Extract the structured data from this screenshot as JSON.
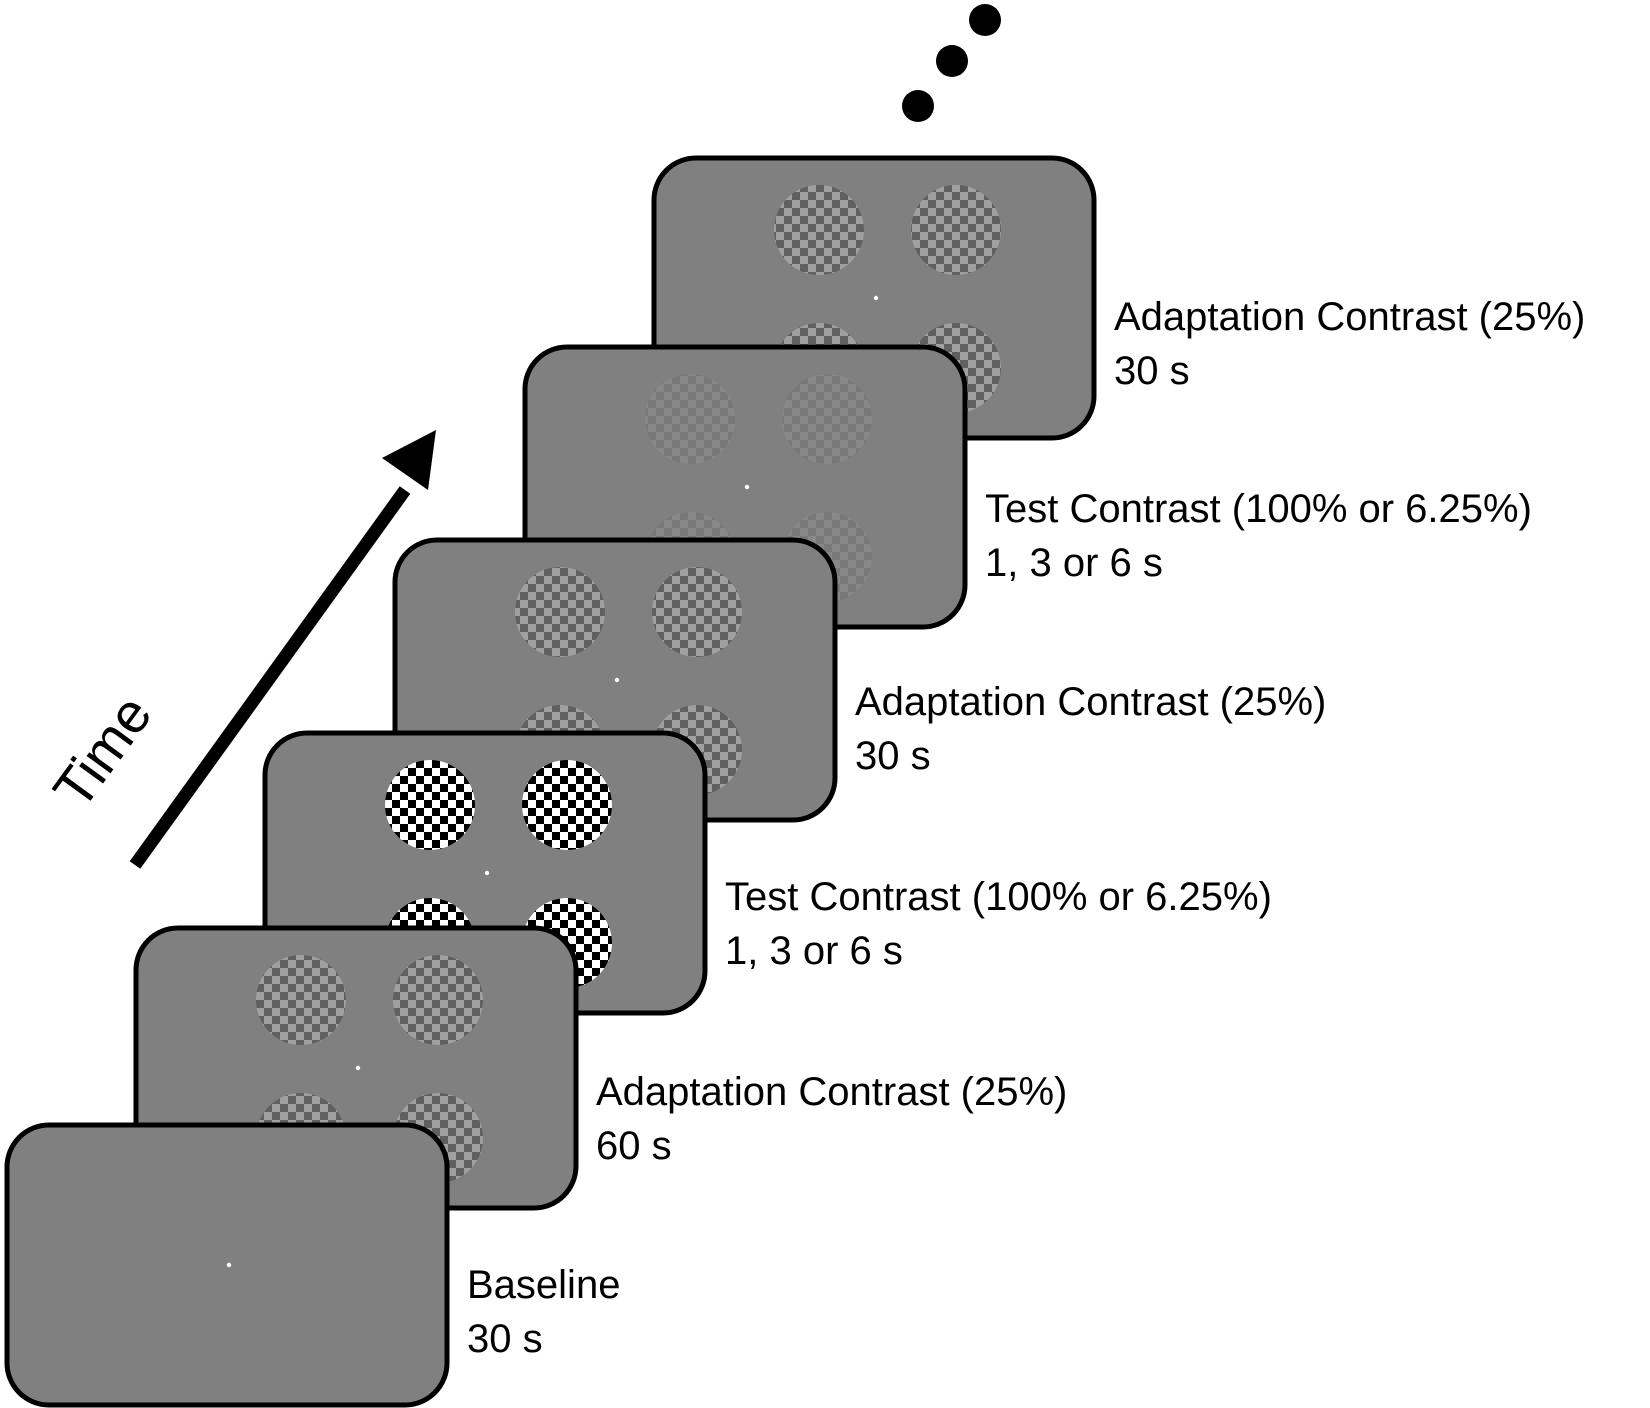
{
  "time_label": "Time",
  "colors": {
    "screen_fill": "#808080",
    "screen_border": "#000000",
    "fixation_dot": "#ffffff",
    "checker_dark": "#000000",
    "checker_light": "#ffffff",
    "arrow": "#000000"
  },
  "frames": [
    {
      "stimulus": "none",
      "contrast": 0,
      "label_line1": "Baseline",
      "label_line2": "30 s"
    },
    {
      "stimulus": "checkerboard",
      "contrast": 0.25,
      "label_line1": "Adaptation Contrast (25%)",
      "label_line2": "60 s"
    },
    {
      "stimulus": "checkerboard",
      "contrast": 1.0,
      "label_line1": "Test Contrast (100% or 6.25%)",
      "label_line2": "1, 3 or 6 s"
    },
    {
      "stimulus": "checkerboard",
      "contrast": 0.25,
      "label_line1": "Adaptation Contrast (25%)",
      "label_line2": "30 s"
    },
    {
      "stimulus": "checkerboard",
      "contrast": 0.0625,
      "label_line1": "Test Contrast (100% or 6.25%)",
      "label_line2": "1, 3 or 6 s"
    },
    {
      "stimulus": "checkerboard",
      "contrast": 0.25,
      "label_line1": "Adaptation Contrast (25%)",
      "label_line2": "30 s"
    }
  ]
}
